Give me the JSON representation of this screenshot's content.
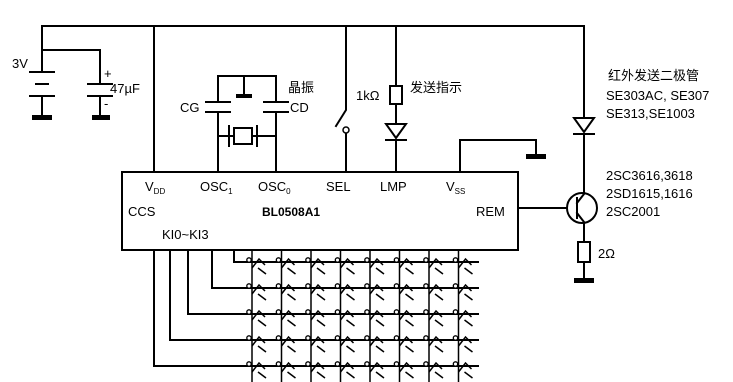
{
  "battery": {
    "voltage": "3V"
  },
  "capacitor": {
    "value": "47µF",
    "plus": "+",
    "minus": "-"
  },
  "crystal": {
    "label": "晶振",
    "cap_g": "CG",
    "cap_d": "CD"
  },
  "resistor": {
    "value": "1kΩ",
    "indicator_label": "发送指示"
  },
  "ic": {
    "name": "BL0508A1",
    "pins_top": [
      {
        "main": "V",
        "sub": "DD"
      },
      {
        "main": "OSC",
        "sub": "1"
      },
      {
        "main": "OSC",
        "sub": "0"
      },
      {
        "main": "SEL",
        "sub": ""
      },
      {
        "main": "LMP",
        "sub": ""
      },
      {
        "main": "V",
        "sub": "SS"
      }
    ],
    "ccs": "CCS",
    "rem": "REM",
    "ki": "KI0~KI3"
  },
  "ir_diode": {
    "label": "红外发送二极管",
    "models": [
      "SE303AC, SE307",
      "SE313,SE1003"
    ]
  },
  "transistor": {
    "models": [
      "2SC3616,3618",
      "2SD1615,1616",
      "2SC2001"
    ]
  },
  "emitter_resistor": {
    "value": "2Ω"
  },
  "keyboard": {
    "rows": 5,
    "cols": 8
  }
}
